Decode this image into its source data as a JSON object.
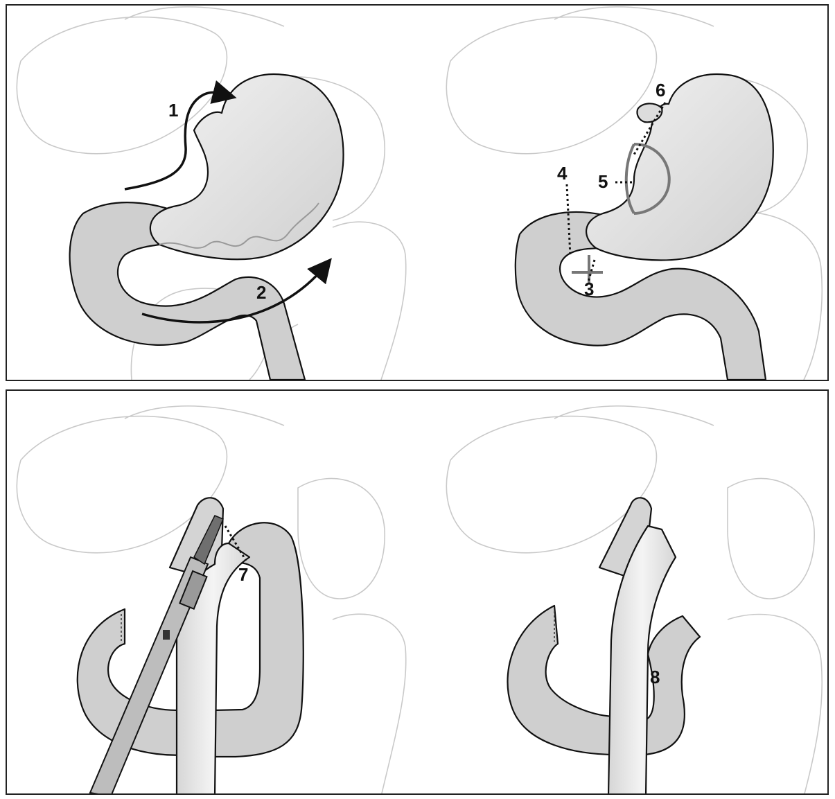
{
  "labels": {
    "step1": "1",
    "step2": "2",
    "step3": "3",
    "step4": "4",
    "step5": "5",
    "step6": "6",
    "step7": "7",
    "step8": "8"
  },
  "colors": {
    "organ_fill": "#e2e2e2",
    "intestine_fill": "#c8c8c8",
    "outline": "#111111",
    "background_anatomy": "#c9c9c9"
  }
}
